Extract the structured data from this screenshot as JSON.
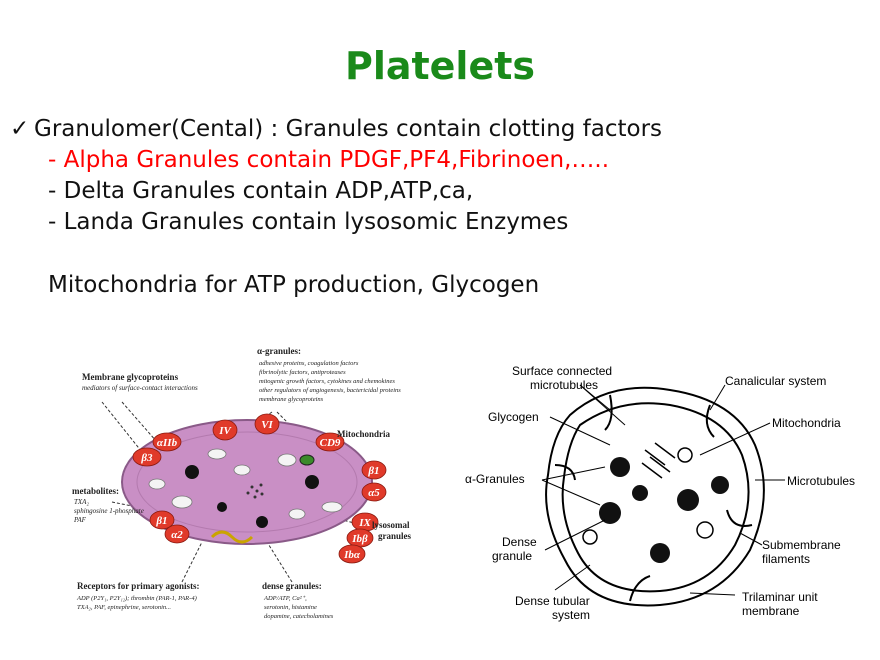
{
  "title": "Platelets",
  "colors": {
    "title": "#1a8a1a",
    "highlight": "#ff0000",
    "cell": "#c98fc5",
    "receptor": "#e03a2a"
  },
  "bullets": {
    "check": "✓",
    "main": "Granulomer(Cental) : Granules contain clotting factors",
    "alpha": "- Alpha Granules contain PDGF,PF4,Fibrinoen,…..",
    "delta": "- Delta Granules contain ADP,ATP,ca,",
    "landa": "- Landa Granules contain lysosomic Enzymes",
    "mito": "Mitochondria for ATP production, Glycogen"
  },
  "left_diagram": {
    "membrane_title": "Membrane glycoproteins",
    "membrane_sub": "mediators of surface-contact interactions",
    "alpha_title": "α-granules:",
    "alpha_lines": [
      "adhesive proteins, coagulation factors",
      "fibrinolytic factors, antiproteases",
      "mitogenic growth factors, cytokines and chemokines",
      "other regulators of angiogenesis, bactericidal proteins",
      "membrane glycoproteins"
    ],
    "mitochondria": "Mitochondria",
    "metabolites_title": "metabolites:",
    "metabolites_lines": [
      "TXA₂",
      "sphingosine 1-phosphate",
      "PAF"
    ],
    "lysosomal_1": "lysosomal",
    "lysosomal_2": "granules",
    "receptors_title": "Receptors for primary agonists:",
    "receptors_lines": [
      "ADP (P2Y₁, P2Y₁₂); thrombin (PAR-1, PAR-4)",
      "TXA₂, PAF, epinephrine, serotonin..."
    ],
    "dense_title": "dense granules:",
    "dense_lines": [
      "ADP/ATP, Ca²⁺,",
      "serotonin, histamine",
      "dopamine, catecholamines"
    ],
    "receptor_labels": {
      "aIIb": "αIIb",
      "b3": "β3",
      "IV": "IV",
      "VI": "VI",
      "CD9": "CD9",
      "b1_right": "β1",
      "a5": "α5",
      "b1_left": "β1",
      "a2": "α2",
      "IX": "IX",
      "Ibb": "Ibβ",
      "Iba": "Ibα"
    }
  },
  "right_diagram": {
    "surface_1": "Surface connected",
    "surface_2": "microtubules",
    "canalicular": "Canalicular system",
    "glycogen": "Glycogen",
    "mitochondria": "Mitochondria",
    "alpha_granules": "α-Granules",
    "microtubules": "Microtubules",
    "dense_1": "Dense",
    "dense_2": "granule",
    "submembrane_1": "Submembrane",
    "submembrane_2": "filaments",
    "tubular_1": "Dense tubular",
    "tubular_2": "system",
    "trilaminar_1": "Trilaminar unit",
    "trilaminar_2": "membrane"
  }
}
